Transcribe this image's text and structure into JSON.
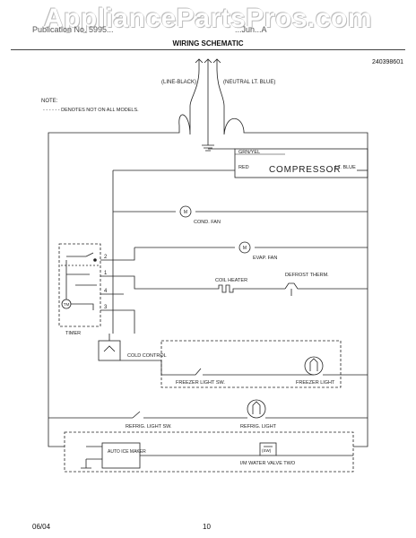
{
  "watermark": "AppliancePartsPros.com",
  "header": {
    "left": "Publication No. 5995...",
    "right": "...Jun...A",
    "title": "WIRING SCHEMATIC",
    "part_no": "240398601"
  },
  "labels": {
    "line_black": "(LINE-BLACK)",
    "neutral": "(NEUTRAL LT. BLUE)",
    "note_title": "NOTE:",
    "note_text": "- - - - - - DENOTES NOT ON ALL MODELS.",
    "grn_yel": "GRN/YEL",
    "red": "RED",
    "compressor": "COMPRESSOR",
    "lt_blue": "LT. BLUE",
    "cond_fan_motor": "M",
    "cond_fan": "COND. FAN",
    "evap_fan_motor": "M",
    "evap_fan": "EVAP. FAN",
    "timer_motor": "TM",
    "timer": "TIMER",
    "term_2": "2",
    "term_1": "1",
    "term_4": "4",
    "term_3": "3",
    "coil_heater": "COIL HEATER",
    "defrost_therm": "DEFROST THERM.",
    "cold_control": "COLD CONTROL",
    "freezer_light_sw": "FREEZER LIGHT SW.",
    "freezer_light": "FREEZER LIGHT",
    "refrig_light_sw": "REFRIG. LIGHT SW.",
    "refrig_light": "REFRIG. LIGHT",
    "auto_ice_maker": "AUTO ICE MAKER",
    "ice_sw": "(SW)",
    "water_valve": "I/M WATER VALVE TWO"
  },
  "footer": {
    "date": "06/04",
    "page": "10"
  }
}
